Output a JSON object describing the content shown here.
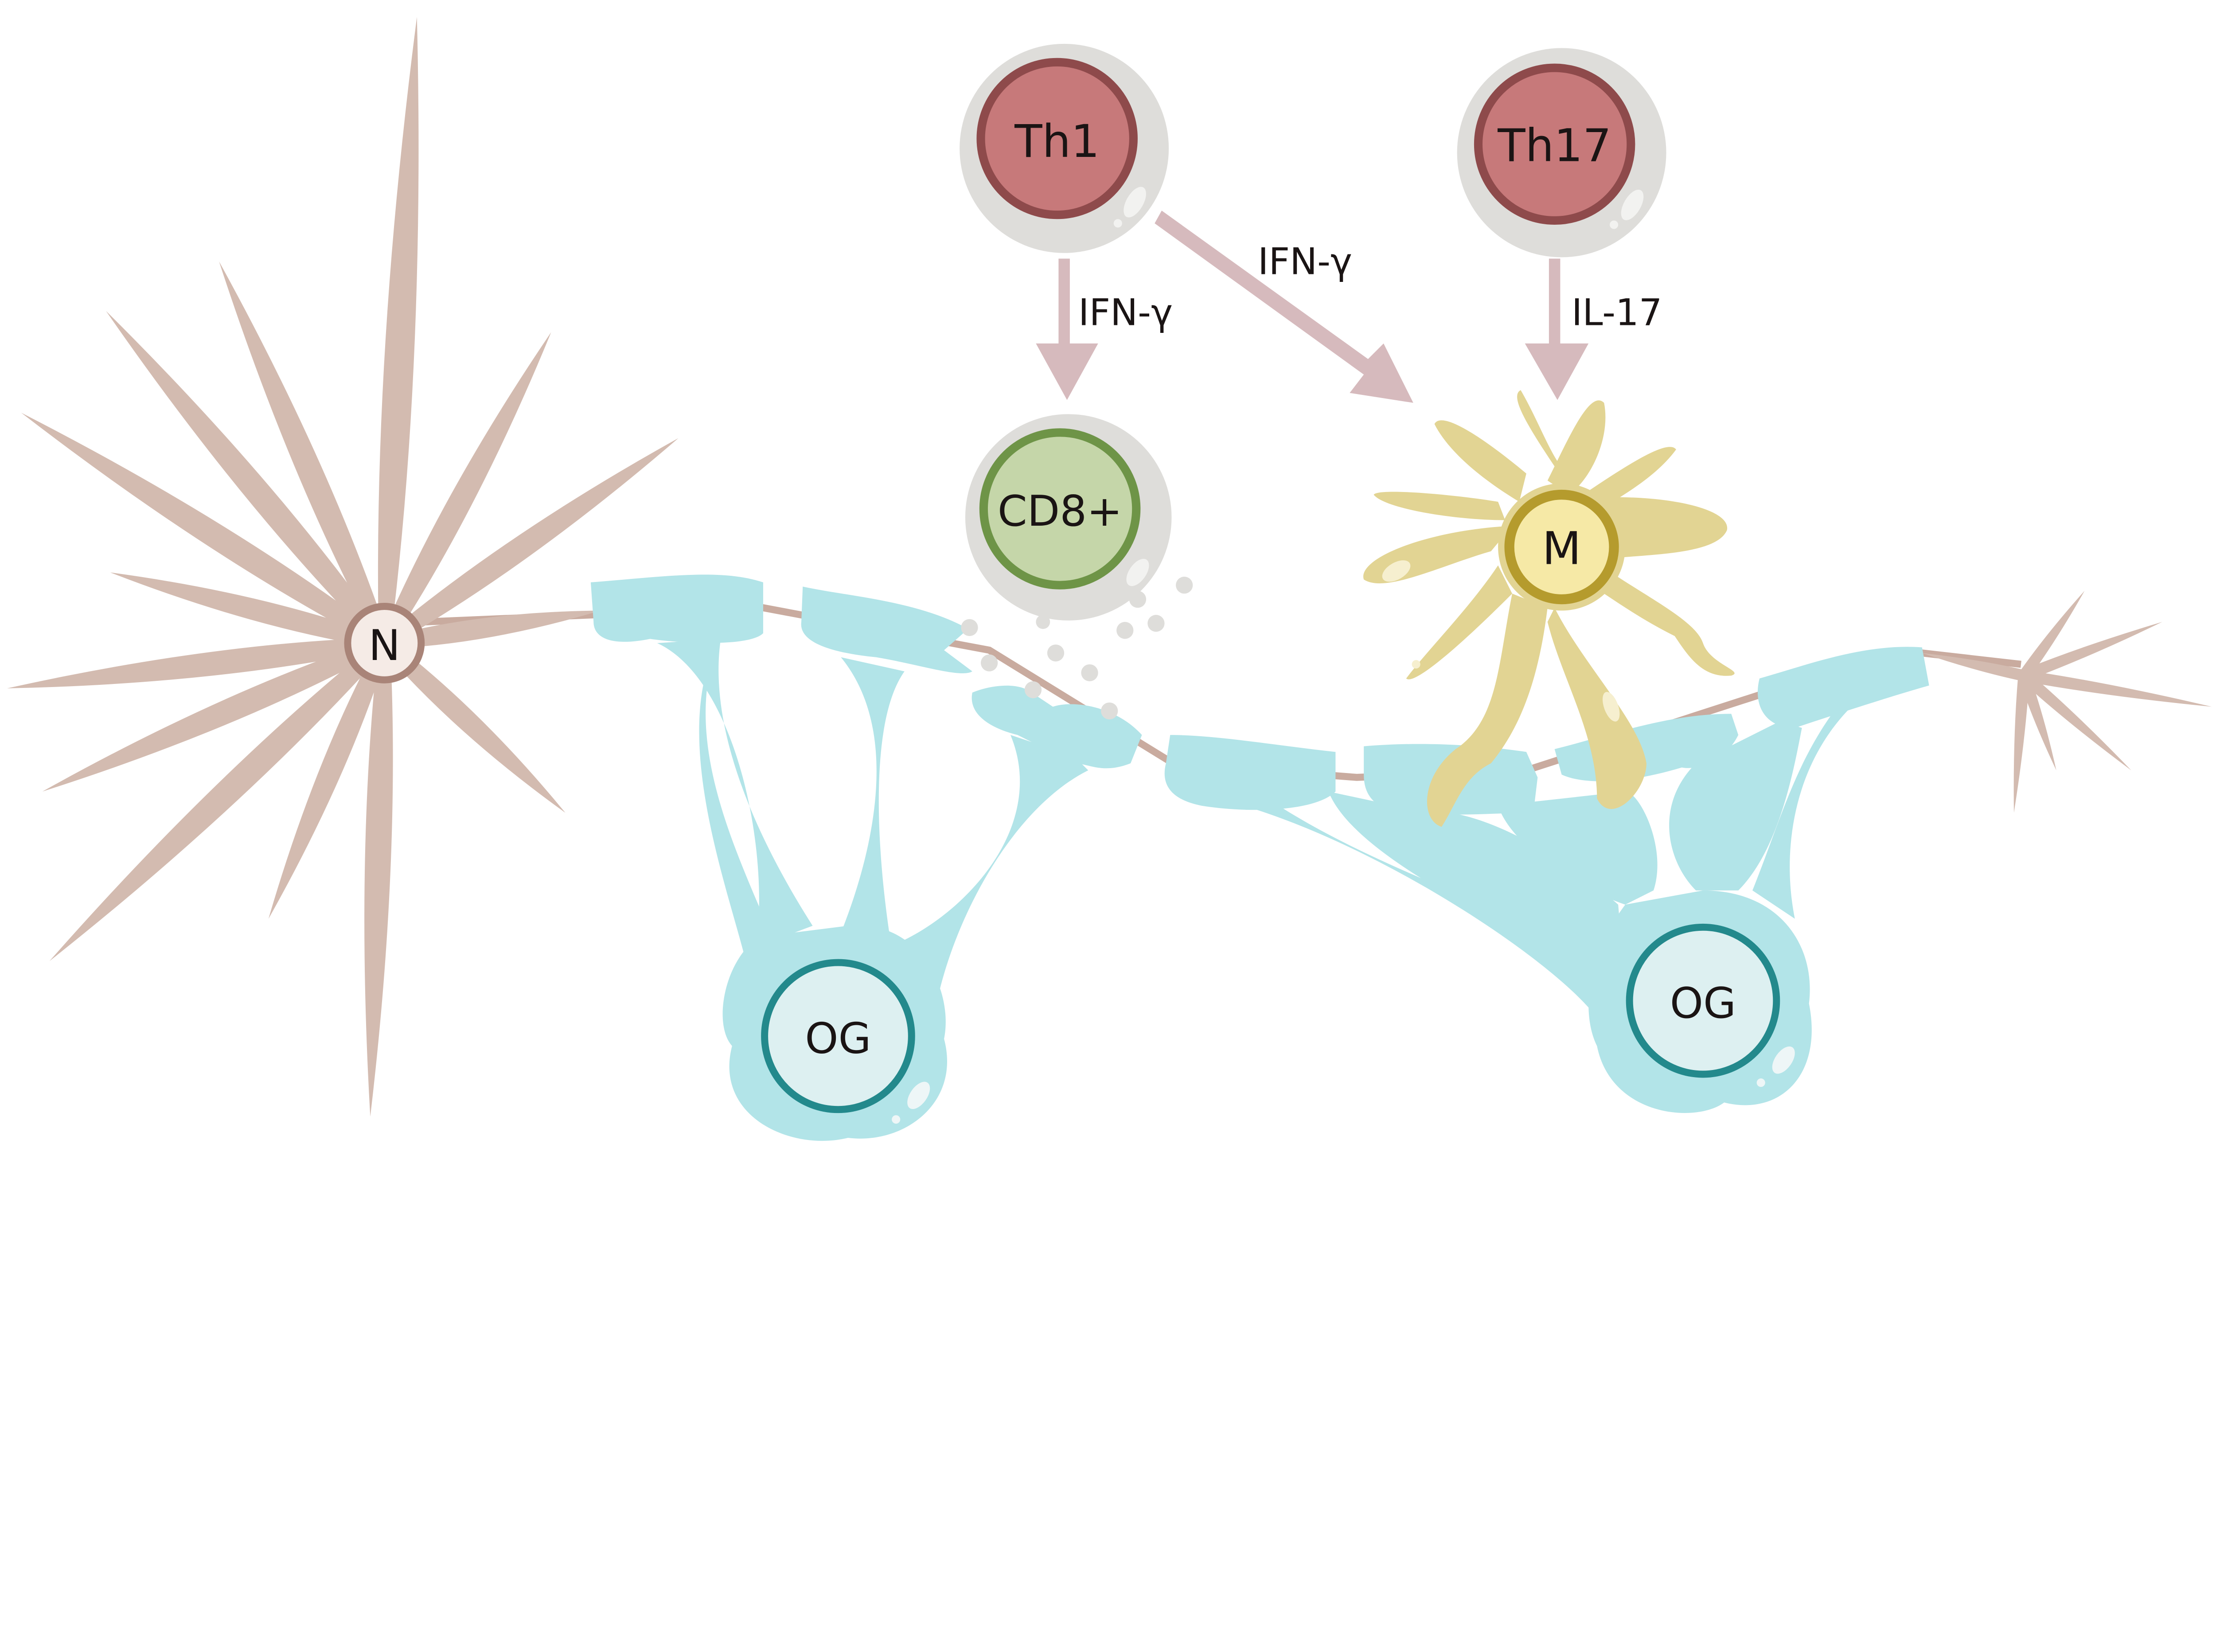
{
  "cells": {
    "neuron_label": "N",
    "th1_label": "Th1",
    "th17_label": "Th17",
    "cd8_label": "CD8+",
    "microglia_label": "M",
    "og_left_label": "OG",
    "og_right_label": "OG"
  },
  "arrows": {
    "th1_to_cd8": "IFN-γ",
    "th1_to_m": "IFN-γ",
    "th17_to_m": "IL-17"
  },
  "colors": {
    "neuron": "#d3bbb0",
    "neuron_dark": "#a98478",
    "myelin": "#b2e4e8",
    "og_ring": "#23898c",
    "og_fill": "#ddf0f1",
    "tcell_fill": "#c7797a",
    "tcell_ring": "#8e4a4b",
    "halo": "#deddda",
    "cd8_fill": "#c5d6a9",
    "cd8_ring": "#6e9447",
    "microglia": "#e2d493",
    "microglia_core": "#f6e9a6",
    "microglia_ring": "#b59b2d",
    "arrow": "#d6babd"
  }
}
